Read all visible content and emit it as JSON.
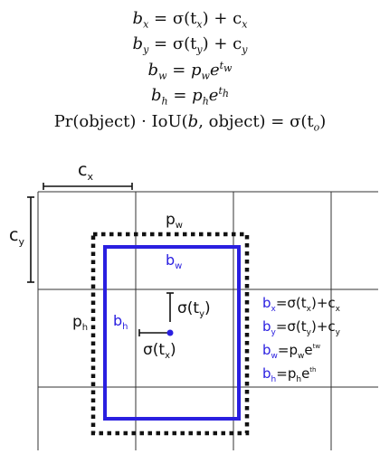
{
  "equations": {
    "bx": {
      "lhs": "b",
      "lhs_sub": "x",
      "rhs": "σ(t",
      "rhs_sub": "x",
      "rhs_tail": ") + c",
      "rhs_tail_sub": "x"
    },
    "by": {
      "lhs": "b",
      "lhs_sub": "y",
      "rhs": "σ(t",
      "rhs_sub": "y",
      "rhs_tail": ") + c",
      "rhs_tail_sub": "y"
    },
    "bw": {
      "lhs": "b",
      "lhs_sub": "w",
      "p": "p",
      "p_sub": "w",
      "e": "e",
      "sup": "t",
      "sup_sub": "w"
    },
    "bh": {
      "lhs": "b",
      "lhs_sub": "h",
      "p": "p",
      "p_sub": "h",
      "e": "e",
      "sup": "t",
      "sup_sub": "h"
    },
    "pr": {
      "text_a": "Pr(object) · IoU(",
      "b": "b",
      "text_b": ", object) = σ(t",
      "sub": "o",
      "text_c": ")"
    }
  },
  "diagram": {
    "labels": {
      "cx": "c",
      "cx_sub": "x",
      "cy": "c",
      "cy_sub": "y",
      "pw": "p",
      "pw_sub": "w",
      "ph": "p",
      "ph_sub": "h",
      "bw": "b",
      "bw_sub": "w",
      "bh": "b",
      "bh_sub": "h",
      "sigma_ty": "σ(t",
      "sigma_ty_sub": "y",
      "sigma_ty_close": ")",
      "sigma_tx": "σ(t",
      "sigma_tx_sub": "x",
      "sigma_tx_close": ")"
    },
    "side_formulas": [
      {
        "b": "b",
        "sub": "x",
        "rest": "=σ(t",
        "rest_sub": "x",
        "tail": ")+c",
        "tail_sub": "x"
      },
      {
        "b": "b",
        "sub": "y",
        "rest": "=σ(t",
        "rest_sub": "y",
        "tail": ")+c",
        "tail_sub": "y"
      },
      {
        "b": "b",
        "sub": "w",
        "rest": "=p",
        "rest_sub": "w",
        "tail": "e",
        "sup": "tw"
      },
      {
        "b": "b",
        "sub": "h",
        "rest": "=p",
        "rest_sub": "h",
        "tail": "e",
        "sup": "th"
      }
    ],
    "colors": {
      "box": "#2a1fe0",
      "grid": "#333333",
      "prior": "#111111",
      "text": "#111111"
    }
  }
}
